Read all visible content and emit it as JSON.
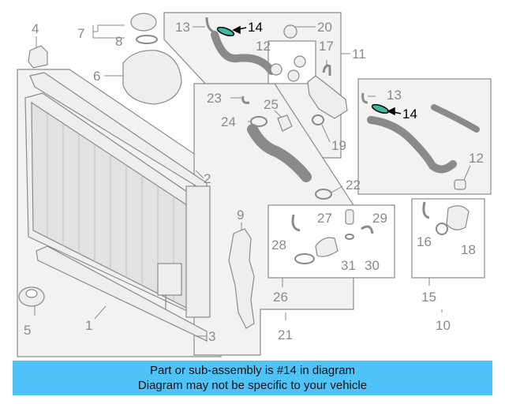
{
  "colors": {
    "banner": "#4fc3f7",
    "highlight": "#3fb8a0",
    "part_fill": "#eeeeee",
    "part_stroke": "#8a8a8a",
    "panel_fill": "#f2f2f2"
  },
  "callouts": {
    "c1": "1",
    "c2": "2",
    "c3": "3",
    "c4": "4",
    "c5": "5",
    "c6": "6",
    "c7": "7",
    "c8": "8",
    "c9": "9",
    "c10": "10",
    "c11": "11",
    "c12": "12",
    "c13": "13",
    "c14": "14",
    "c15": "15",
    "c16": "16",
    "c17": "17",
    "c18": "18",
    "c19": "19",
    "c20": "20",
    "c21": "21",
    "c22": "22",
    "c23": "23",
    "c24": "24",
    "c25": "25",
    "c26": "26",
    "c27": "27",
    "c28": "28",
    "c29": "29",
    "c30": "30",
    "c31": "31"
  },
  "banner": {
    "line1": "Part or sub-assembly is #14 in diagram",
    "line2": "Diagram may not be specific to your vehicle"
  }
}
